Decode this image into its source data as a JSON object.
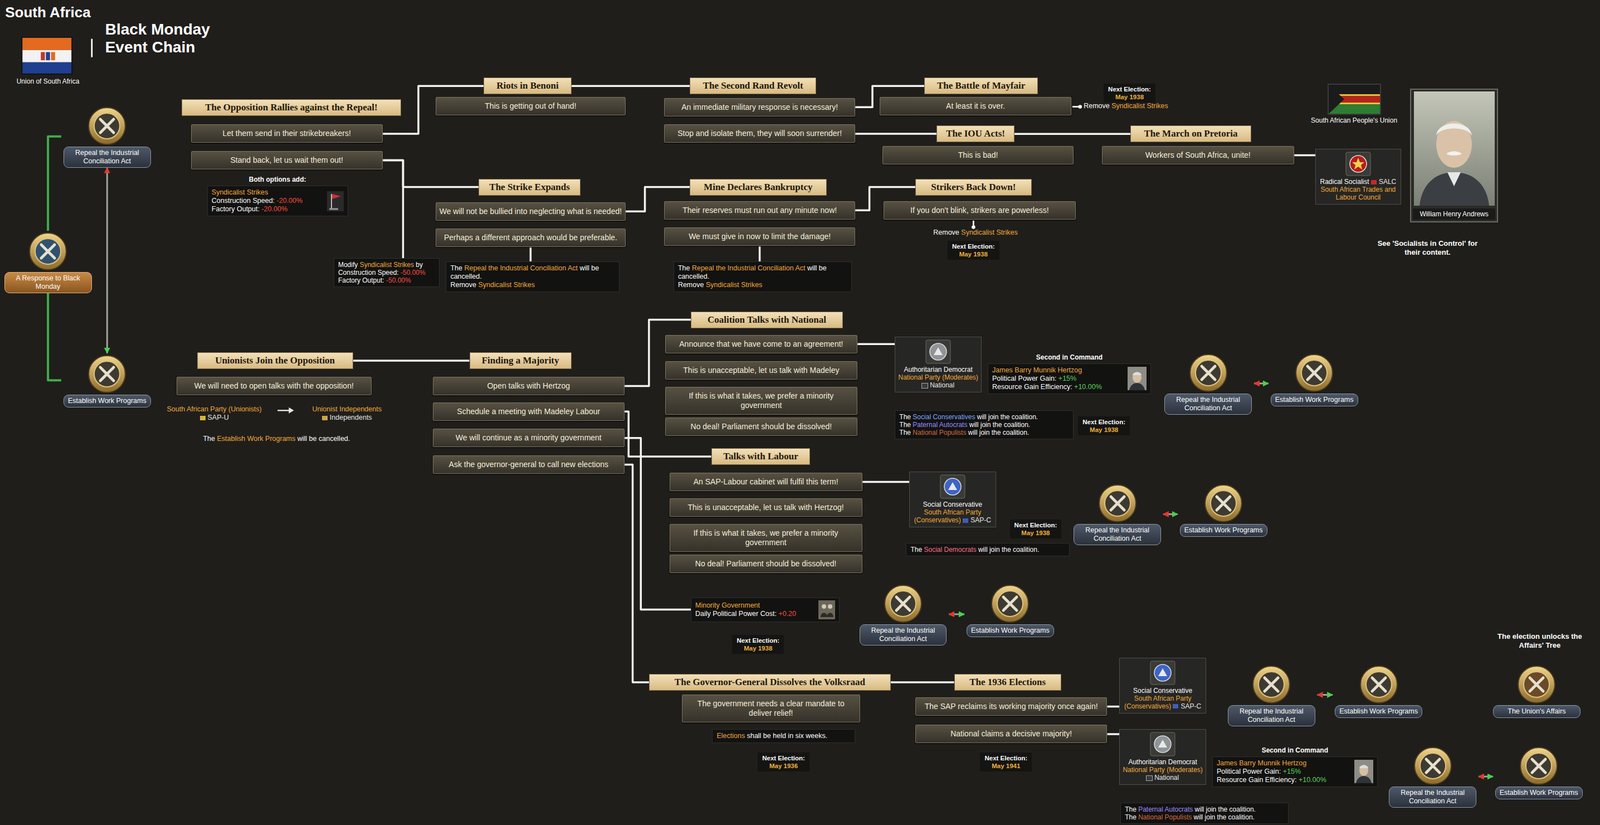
{
  "diagram": {
    "title": "Black Monday Event Chain",
    "nodes": [
      {
        "text": [
          "Repeal the Industrial Conciliation Act"
        ]
      },
      {
        "text": [
          "A Response to Black Monday"
        ]
      },
      {
        "text": [
          "Establish Work Programs"
        ]
      },
      {
        "text": [
          "The Opposition Rallies against the Repeal!"
        ]
      },
      {
        "text": [
          "Let them send in their strikebreakers!"
        ]
      },
      {
        "text": [
          "Stand back, let us wait them out!"
        ]
      },
      {
        "text": [
          "Both options add:",
          "Syndicalist Strikes",
          "Construction Speed:",
          "-20.00%",
          "Factory Output:",
          "-20.00%"
        ]
      },
      {
        "text": [
          "Riots in Benoni"
        ]
      },
      {
        "text": [
          "This is getting out of hand!"
        ]
      },
      {
        "text": [
          "The Second Rand Revolt"
        ]
      },
      {
        "text": [
          "An immediate military response is necessary!"
        ]
      },
      {
        "text": [
          "Stop and isolate them, they will soon surrender!"
        ]
      },
      {
        "text": [
          "The Battle of Mayfair"
        ]
      },
      {
        "text": [
          "At least it is over."
        ]
      },
      {
        "text": [
          "Next Election:",
          "May 1938"
        ]
      },
      {
        "text": [
          "The IOU Acts!"
        ]
      },
      {
        "text": [
          "This is bad!"
        ]
      },
      {
        "text": [
          "The March on Pretoria"
        ]
      },
      {
        "text": [
          "Workers of South Africa, unite!"
        ]
      },
      {
        "text": [
          "South African People's Union"
        ]
      },
      {
        "text": [
          "Radical Socialist",
          "SALC",
          "South African Trades and Labour Council"
        ]
      },
      {
        "text": [
          "William Henry Andrews"
        ]
      },
      {
        "text": [
          "The Strike Expands"
        ]
      },
      {
        "text": [
          "We will not be bullied into neglecting what is needed!"
        ]
      },
      {
        "text": [
          "Perhaps a different approach would be preferable."
        ]
      },
      {
        "text": [
          "Modify",
          "Syndicalist Strikes",
          "by",
          "Construction Speed:",
          "-50.00%",
          "Factory Output:",
          "-50.00%"
        ]
      },
      {
        "text": [
          "The",
          "Repeal the Industrial Conciliation Act",
          "will be cancelled.",
          "Remove",
          "Syndicalist Strikes"
        ]
      },
      {
        "text": [
          "Mine Declares Bankruptcy"
        ]
      },
      {
        "text": [
          "Their reserves must run out any minute now!"
        ]
      },
      {
        "text": [
          "We must give in now to limit the damage!"
        ]
      },
      {
        "text": [
          "The",
          "Repeal the Industrial Conciliation Act",
          "will be cancelled.",
          "Remove",
          "Syndicalist Strikes"
        ]
      },
      {
        "text": [
          "Strikers Back Down!"
        ]
      },
      {
        "text": [
          "If you don't blink, strikers are powerless!"
        ]
      },
      {
        "text": [
          "Next Election:",
          "May 1938"
        ]
      },
      {
        "text": [
          "Unionists Join the Opposition"
        ]
      },
      {
        "text": [
          "We will need to open talks with the opposition!"
        ]
      },
      {
        "text": [
          "Finding a Majority"
        ]
      },
      {
        "text": [
          "Open talks with Hertzog"
        ]
      },
      {
        "text": [
          "Schedule a meeting with Madeley Labour"
        ]
      },
      {
        "text": [
          "We will continue as a minority government"
        ]
      },
      {
        "text": [
          "Ask the governor-general to call new elections"
        ]
      },
      {
        "text": [
          "Coalition Talks with National"
        ]
      },
      {
        "text": [
          "Announce that we have come to an agreement!"
        ]
      },
      {
        "text": [
          "This is unacceptable, let us talk with Madeley"
        ]
      },
      {
        "text": [
          "If this is what it takes, we prefer a minority government"
        ]
      },
      {
        "text": [
          "No deal! Parliament should be dissolved!"
        ]
      },
      {
        "text": [
          "Authoritarian Democrat",
          "National Party (Moderates)",
          "National"
        ]
      },
      {
        "text": [
          "Second in Command",
          "James Barry Munnik Hertzog",
          "Political Power Gain:",
          "+15%",
          "Resource Gain Efficiency:",
          "+10.00%"
        ]
      },
      {
        "text": [
          "The",
          "Social Conservatives",
          "will join the coalition.",
          "The",
          "Paternal Autocrats",
          "will join the coalition.",
          "The",
          "National Populists",
          "will join the coalition."
        ]
      },
      {
        "text": [
          "Next Election:",
          "May 1938"
        ]
      },
      {
        "text": [
          "Repeal the Industrial Conciliation Act"
        ]
      },
      {
        "text": [
          "Establish Work Programs"
        ]
      },
      {
        "text": [
          "Talks with Labour"
        ]
      },
      {
        "text": [
          "An SAP-Labour cabinet will fulfil this term!"
        ]
      },
      {
        "text": [
          "This is unacceptable, let us talk with Hertzog!"
        ]
      },
      {
        "text": [
          "If this is what it takes, we prefer a minority government"
        ]
      },
      {
        "text": [
          "No deal! Parliament should be dissolved!"
        ]
      },
      {
        "text": [
          "Social Conservative",
          "South African Party (Conservatives)",
          "SAP-C"
        ]
      },
      {
        "text": [
          "Next Election:",
          "May 1938"
        ]
      },
      {
        "text": [
          "Repeal the Industrial Conciliation Act"
        ]
      },
      {
        "text": [
          "Establish Work Programs"
        ]
      },
      {
        "text": [
          "The",
          "Social Democrats",
          "will join the coalition."
        ]
      },
      {
        "text": [
          "Minority Government",
          "Daily Political Power Cost:",
          "+0.20"
        ]
      },
      {
        "text": [
          "Next Election:",
          "May 1938"
        ]
      },
      {
        "text": [
          "Repeal the Industrial Conciliation Act"
        ]
      },
      {
        "text": [
          "Establish Work Programs"
        ]
      },
      {
        "text": [
          "The Governor-General Dissolves the Volksraad"
        ]
      },
      {
        "text": [
          "The government needs a clear mandate to deliver relief!"
        ]
      },
      {
        "text": [
          "Elections",
          "shall be held in six weeks."
        ]
      },
      {
        "text": [
          "Next Election:",
          "May 1936"
        ]
      },
      {
        "text": [
          "The 1936 Elections"
        ]
      },
      {
        "text": [
          "The SAP reclaims its working majority once again!"
        ]
      },
      {
        "text": [
          "National claims a decisive majority!"
        ]
      },
      {
        "text": [
          "Next Election:",
          "May 1941"
        ]
      },
      {
        "text": [
          "Social Conservative",
          "South African Party (Conservatives)",
          "SAP-C"
        ]
      },
      {
        "text": [
          "Repeal the Industrial Conciliation Act"
        ]
      },
      {
        "text": [
          "Establish Work Programs"
        ]
      },
      {
        "text": [
          "Authoritarian Democrat",
          "National Party (Moderates)",
          "National"
        ]
      },
      {
        "text": [
          "Second in Command",
          "James Barry Munnik Hertzog",
          "Political Power Gain:",
          "+15%",
          "Resource Gain Efficiency:",
          "+10.00%"
        ]
      },
      {
        "text": [
          "The",
          "Paternal Autocrats",
          "will join the coalition.",
          "The",
          "National Populists",
          "will join the coalition."
        ]
      },
      {
        "text": [
          "Repeal the Industrial Conciliation Act"
        ]
      },
      {
        "text": [
          "Establish Work Programs"
        ]
      },
      {
        "text": [
          "The Union's Affairs"
        ]
      }
    ],
    "edges": [
      {
        "from": 1,
        "to": 0,
        "arrow": "none"
      },
      {
        "from": 1,
        "to": 2,
        "arrow": "none"
      },
      {
        "from": 0,
        "to": 2,
        "arrow": "both"
      },
      {
        "from": 4,
        "to": 7,
        "arrow": "none"
      },
      {
        "from": 5,
        "to": 22,
        "arrow": "none"
      },
      {
        "from": 5,
        "to": 25,
        "arrow": "none"
      },
      {
        "from": 7,
        "to": 9,
        "arrow": "none"
      },
      {
        "from": 10,
        "to": 12,
        "arrow": "none"
      },
      {
        "from": 11,
        "to": 15,
        "arrow": "none"
      },
      {
        "from": 15,
        "to": 17,
        "arrow": "none"
      },
      {
        "from": 18,
        "to": 20,
        "arrow": "none"
      },
      {
        "from": 23,
        "to": 27,
        "arrow": "none"
      },
      {
        "from": 24,
        "to": 26,
        "arrow": "none"
      },
      {
        "from": 28,
        "to": 31,
        "arrow": "none"
      },
      {
        "from": 29,
        "to": 30,
        "arrow": "none"
      },
      {
        "from": 34,
        "to": 36,
        "arrow": "none"
      },
      {
        "from": 37,
        "to": 41,
        "arrow": "none"
      },
      {
        "from": 38,
        "to": 52,
        "arrow": "none"
      },
      {
        "from": 39,
        "to": 62,
        "arrow": "none"
      },
      {
        "from": 40,
        "to": 66,
        "arrow": "none"
      },
      {
        "from": 42,
        "to": 46,
        "arrow": "none"
      },
      {
        "from": 50,
        "to": 51,
        "arrow": "both"
      },
      {
        "from": 53,
        "to": 57,
        "arrow": "none"
      },
      {
        "from": 59,
        "to": 60,
        "arrow": "both"
      },
      {
        "from": 64,
        "to": 65,
        "arrow": "both"
      },
      {
        "from": 66,
        "to": 70,
        "arrow": "none"
      },
      {
        "from": 71,
        "to": 74,
        "arrow": "none"
      },
      {
        "from": 72,
        "to": 77,
        "arrow": "none"
      },
      {
        "from": 75,
        "to": 76,
        "arrow": "both"
      },
      {
        "from": 80,
        "to": 81,
        "arrow": "both"
      }
    ],
    "labels": [
      "South Africa",
      "Union of South Africa",
      "Remove",
      "Syndicalist Strikes",
      "Remove",
      "Syndicalist Strikes",
      "See 'Socialists in Control' for their content.",
      "South African Party (Unionists)",
      "SAP-U",
      "Unionist Independents",
      "Independents",
      "The",
      "Establish Work Programs",
      "will be cancelled.",
      "The election unlocks the Affairs' Tree"
    ]
  }
}
